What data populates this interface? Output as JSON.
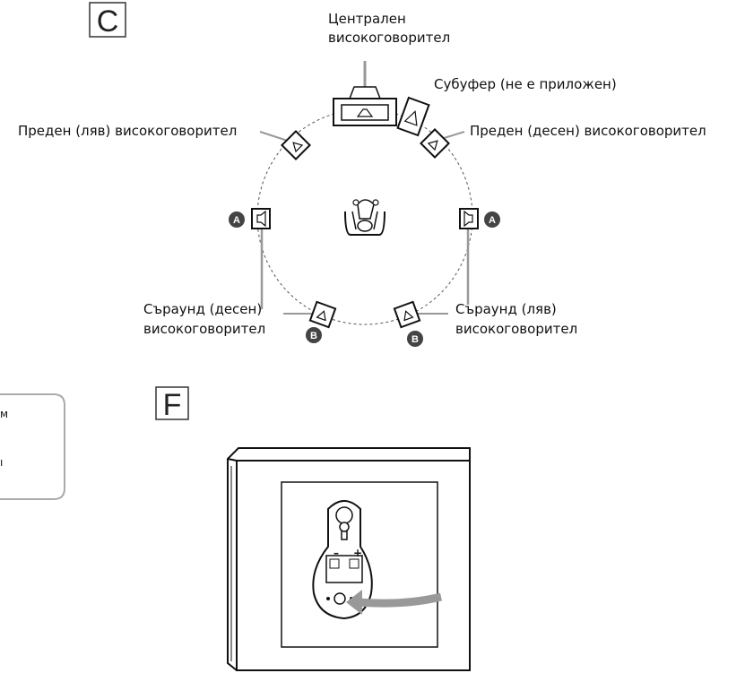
{
  "panel_c": {
    "letter": "C",
    "center_line1": "Централен",
    "center_line2": "високоговорител",
    "subwoofer": "Субуфер (не е приложен)",
    "front_left": "Преден (ляв) високоговорител",
    "front_right": "Преден (десен) високоговорител",
    "surround_right_line1": "Съраунд (десен)",
    "surround_right_line2": "високоговорител",
    "surround_left_line1": "Съраунд (ляв)",
    "surround_left_line2": "високоговорител",
    "badge_a": "A",
    "badge_b": "B"
  },
  "side_card": {
    "text_top": "м",
    "text_bottom": "ı"
  },
  "panel_f": {
    "letter": "F",
    "terminal_minus": "–",
    "terminal_plus": "+"
  }
}
